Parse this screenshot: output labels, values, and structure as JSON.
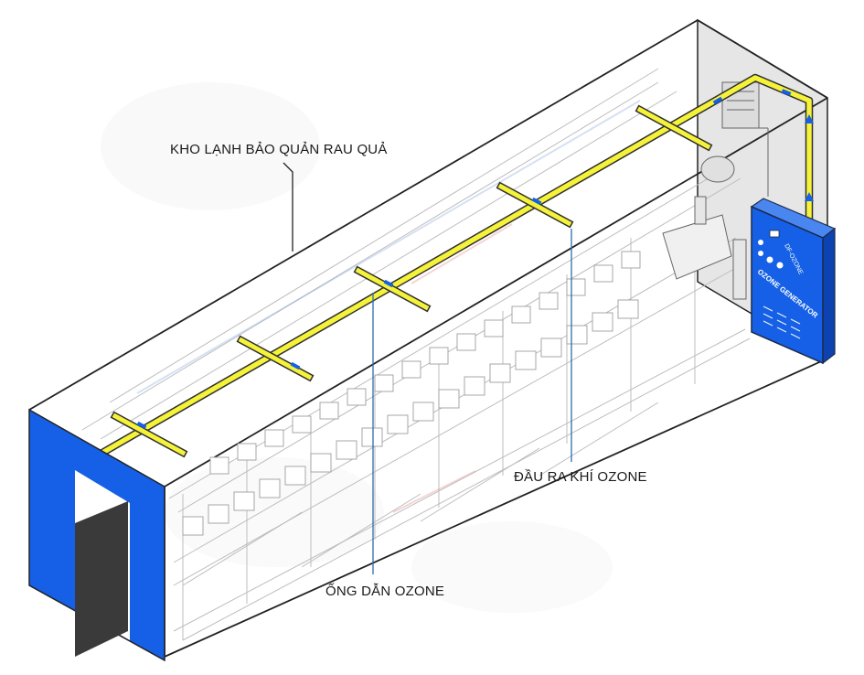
{
  "labels": {
    "cold_storage": "KHO LẠNH BẢO QUẢN RAU QUẢ",
    "ozone_outlet": "ĐẦU RA KHÍ OZONE",
    "ozone_pipe": "ỐNG DẪN OZONE"
  },
  "generator": {
    "model_text": "DF-OZONE",
    "name_text": "OZONE GENERATOR"
  },
  "colors": {
    "wall_blue": "#1560e6",
    "pipe_yellow": "#f5f23a",
    "pipe_outline": "#2f2f2f",
    "door_dark": "#3a3a3a",
    "rack_line": "#bdbdbd",
    "leader_line": "#2b6cb0"
  }
}
